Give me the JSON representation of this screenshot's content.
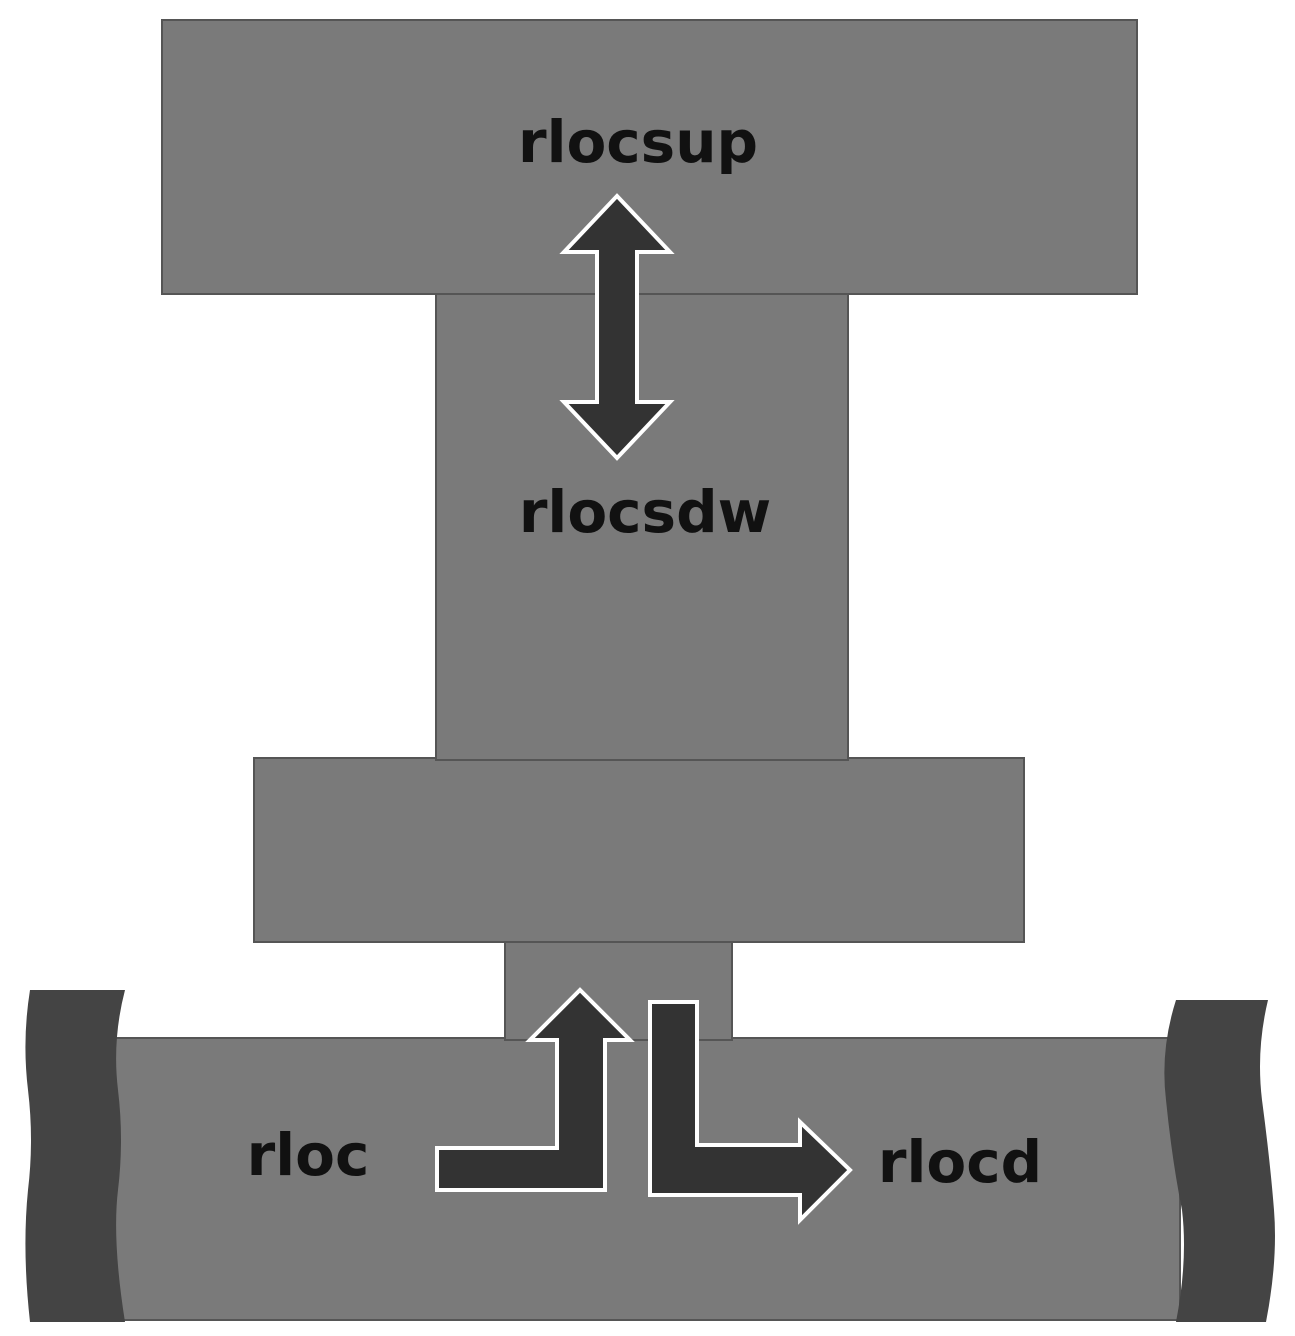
{
  "labels": {
    "upper": "rlocsup",
    "lower": "rlocsdw",
    "inlet": "rloc",
    "outlet": "rlocd"
  },
  "colors": {
    "block": "#7a7a7a",
    "pipe_end": "#444444",
    "arrow_fill": "#333333",
    "arrow_outline": "#ffffff",
    "text": "#111111"
  }
}
